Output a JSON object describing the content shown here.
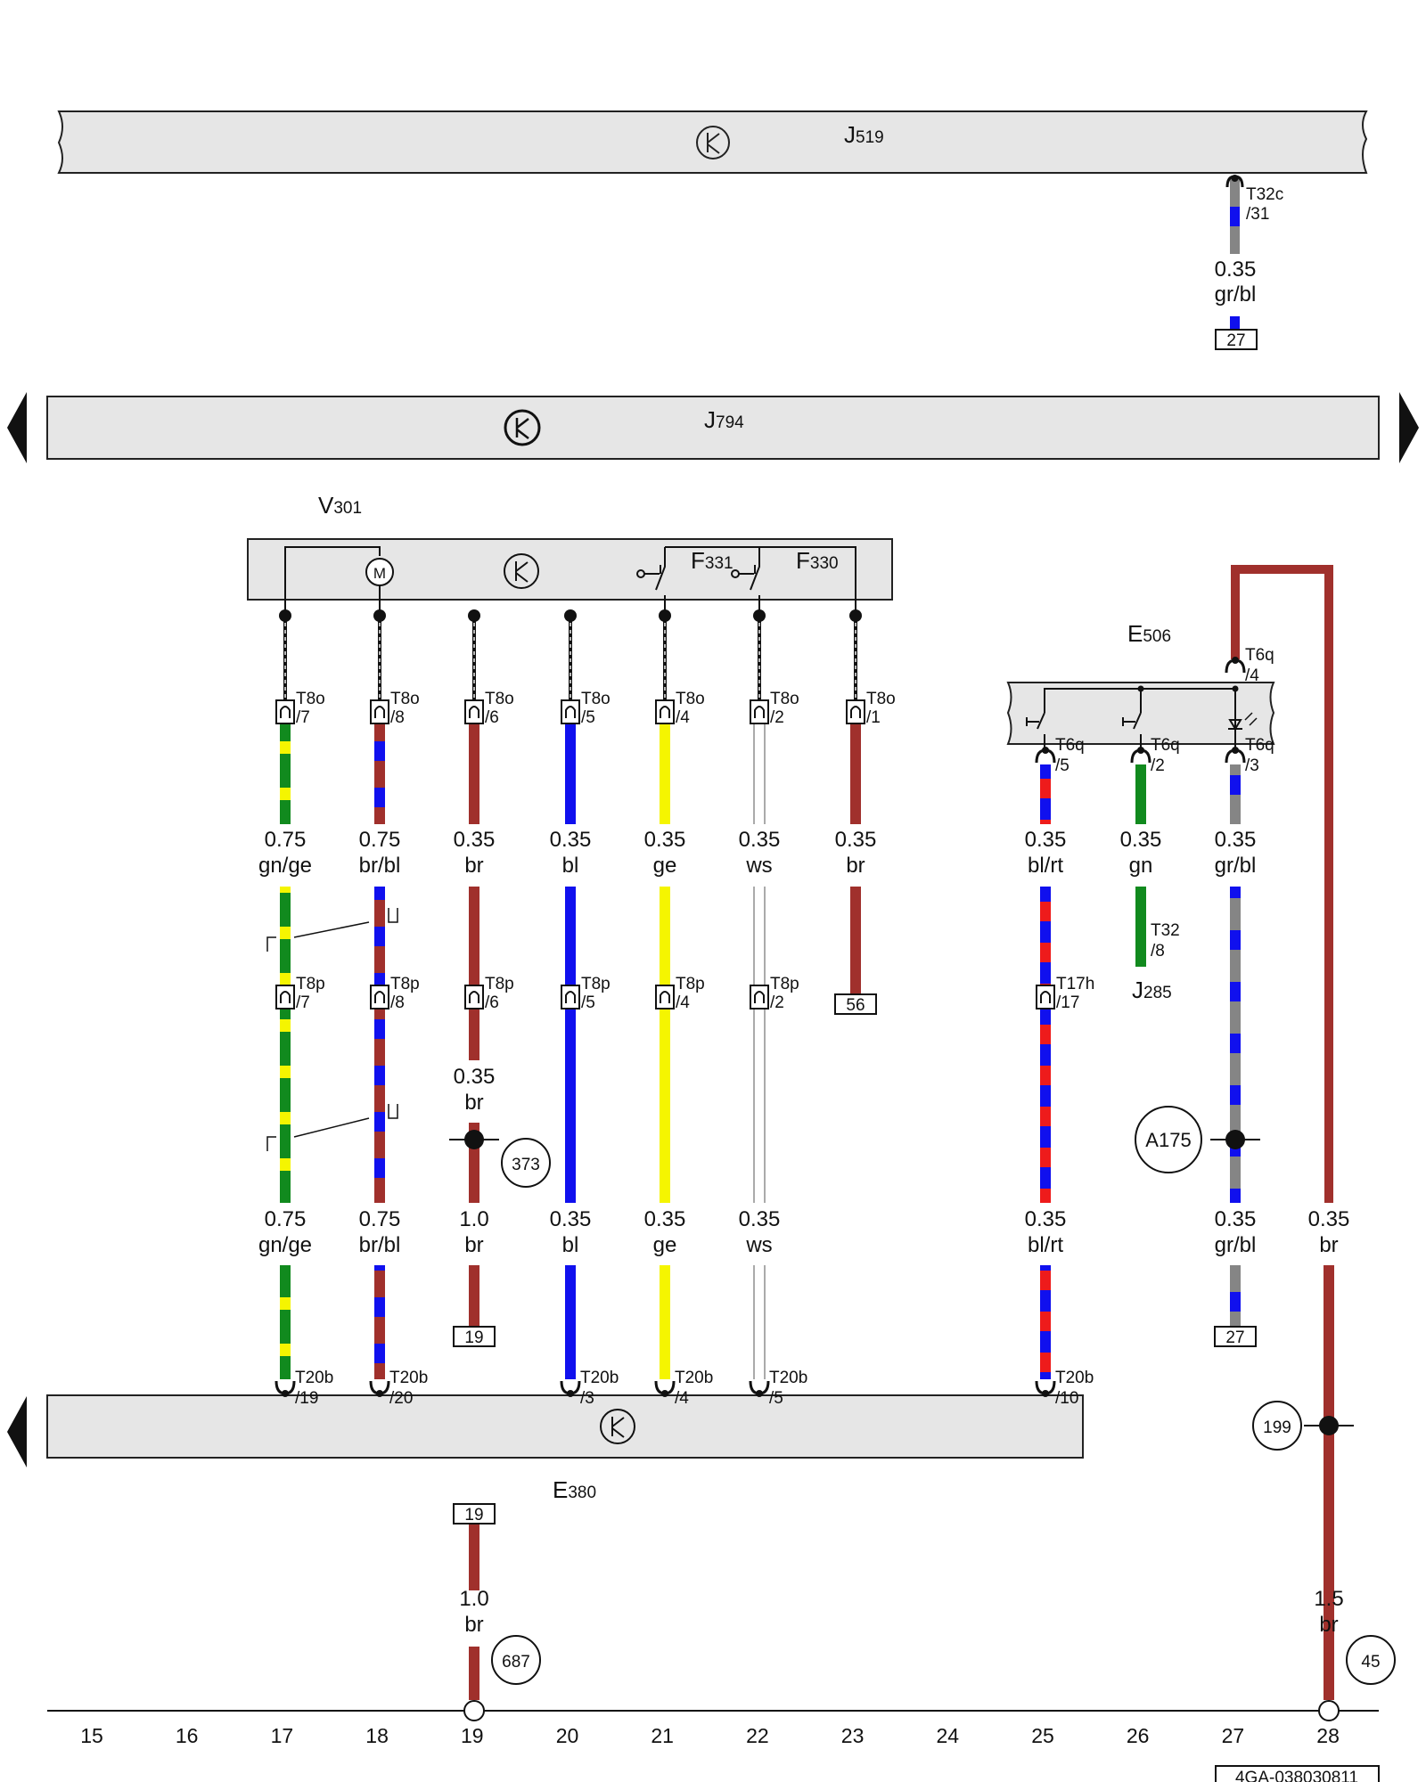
{
  "components": {
    "j519": {
      "main": "J",
      "sub": "519"
    },
    "j794": {
      "main": "J",
      "sub": "794"
    },
    "v301": {
      "main": "V",
      "sub": "301"
    },
    "e380": {
      "main": "E",
      "sub": "380"
    },
    "e506": {
      "main": "E",
      "sub": "506"
    },
    "f331": {
      "main": "F",
      "sub": "331"
    },
    "f330": {
      "main": "F",
      "sub": "330"
    },
    "j285": {
      "main": "J",
      "sub": "285"
    },
    "motor_symbol": "M"
  },
  "j519_wire": {
    "connector": "T32c",
    "pin": "/31",
    "size": "0.35",
    "color": "gr/bl",
    "ref": "27"
  },
  "v301_pins": [
    {
      "conn": "T8o",
      "pin": "/7"
    },
    {
      "conn": "T8o",
      "pin": "/8"
    },
    {
      "conn": "T8o",
      "pin": "/6"
    },
    {
      "conn": "T8o",
      "pin": "/5"
    },
    {
      "conn": "T8o",
      "pin": "/4"
    },
    {
      "conn": "T8o",
      "pin": "/2"
    },
    {
      "conn": "T8o",
      "pin": "/1"
    }
  ],
  "v301_wires": [
    {
      "size": "0.75",
      "color": "gn/ge"
    },
    {
      "size": "0.75",
      "color": "br/bl"
    },
    {
      "size": "0.35",
      "color": "br"
    },
    {
      "size": "0.35",
      "color": "bl"
    },
    {
      "size": "0.35",
      "color": "ge"
    },
    {
      "size": "0.35",
      "color": "ws"
    },
    {
      "size": "0.35",
      "color": "br"
    }
  ],
  "t8p_pins": [
    {
      "conn": "T8p",
      "pin": "/7"
    },
    {
      "conn": "T8p",
      "pin": "/8"
    },
    {
      "conn": "T8p",
      "pin": "/6"
    },
    {
      "conn": "T8p",
      "pin": "/5"
    },
    {
      "conn": "T8p",
      "pin": "/4"
    },
    {
      "conn": "T8p",
      "pin": "/2"
    }
  ],
  "ref_56": "56",
  "col19_mid_wire": {
    "size": "0.35",
    "color": "br"
  },
  "lower_wires": [
    {
      "size": "0.75",
      "color": "gn/ge"
    },
    {
      "size": "0.75",
      "color": "br/bl"
    },
    {
      "size": "1.0",
      "color": "br"
    },
    {
      "size": "0.35",
      "color": "bl"
    },
    {
      "size": "0.35",
      "color": "ge"
    },
    {
      "size": "0.35",
      "color": "ws"
    }
  ],
  "t20b_pins": [
    {
      "conn": "T20b",
      "pin": "/19"
    },
    {
      "conn": "T20b",
      "pin": "/20"
    },
    {
      "conn": "T20b",
      "pin": "/3"
    },
    {
      "conn": "T20b",
      "pin": "/4"
    },
    {
      "conn": "T20b",
      "pin": "/5"
    },
    {
      "conn": "T20b",
      "pin": "/10"
    }
  ],
  "e506_pins": {
    "top": {
      "conn": "T6q",
      "pin": "/4"
    },
    "p5": {
      "conn": "T6q",
      "pin": "/5"
    },
    "p2": {
      "conn": "T6q",
      "pin": "/2"
    },
    "p3": {
      "conn": "T6q",
      "pin": "/3"
    }
  },
  "e506_wires": [
    {
      "size": "0.35",
      "color": "bl/rt"
    },
    {
      "size": "0.35",
      "color": "gn"
    },
    {
      "size": "0.35",
      "color": "gr/bl"
    }
  ],
  "t32_pin": {
    "conn": "T32",
    "pin": "/8"
  },
  "t17h_pin": {
    "conn": "T17h",
    "pin": "/17"
  },
  "col25_lower": {
    "size": "0.35",
    "color": "bl/rt"
  },
  "col27_lower": {
    "size": "0.35",
    "color": "gr/bl"
  },
  "col28_upper": {
    "size": "0.35",
    "color": "br"
  },
  "ref_27": "27",
  "ref_19_top": "19",
  "ref_19_bottom": "19",
  "splices": {
    "s373": "373",
    "a175": "A175",
    "s199": "199",
    "s687": "687",
    "s45": "45"
  },
  "ground_wires": {
    "col19": {
      "size": "1.0",
      "color": "br"
    },
    "col28": {
      "size": "1.5",
      "color": "br"
    }
  },
  "grid_numbers": [
    "15",
    "16",
    "17",
    "18",
    "19",
    "20",
    "21",
    "22",
    "23",
    "24",
    "25",
    "26",
    "27",
    "28"
  ],
  "doc_code": "4GA-038030811",
  "wire_colors": {
    "br": "#a0302c",
    "bl": "#1010ee",
    "ge": "#f5f500",
    "gn": "#118a1e",
    "gr": "#858585",
    "ws": "#ffffff",
    "rt": "#ee1b1b"
  },
  "panel_fill": "#e6e6e6"
}
